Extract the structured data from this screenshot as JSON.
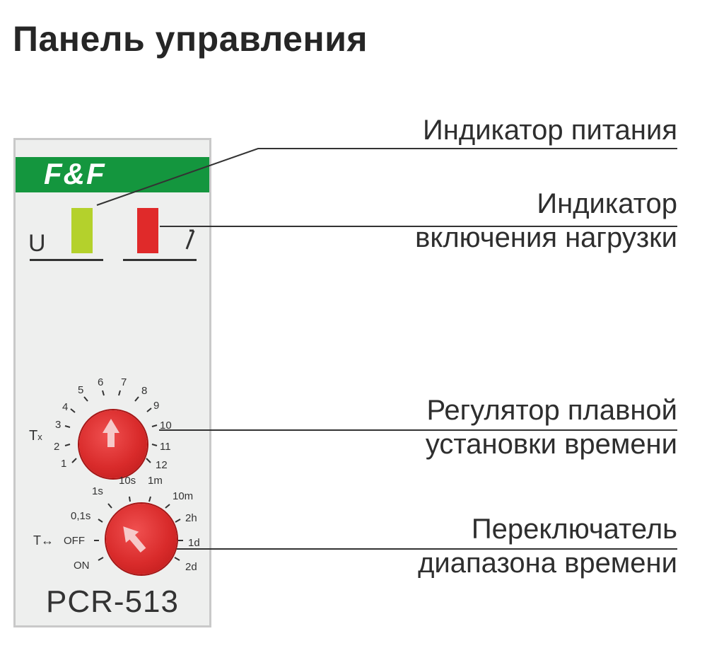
{
  "title": "Панель управления",
  "callouts": {
    "power": [
      "Индикатор питания"
    ],
    "load": [
      "Индикатор",
      "включения нагрузки"
    ],
    "smooth": [
      "Регулятор плавной",
      "установки времени"
    ],
    "range": [
      "Переключатель",
      "диапазона времени"
    ]
  },
  "device": {
    "brand": "F&F",
    "u_label": "U",
    "load_symbol": "⁄",
    "model": "PCR-513",
    "tx_label": "Tx",
    "t_label": "T↔",
    "dial1_ticks": [
      "1",
      "2",
      "3",
      "4",
      "5",
      "6",
      "7",
      "8",
      "9",
      "10",
      "11",
      "12"
    ],
    "dial2_ticks": [
      "ON",
      "OFF",
      "0,1s",
      "1s",
      "10s",
      "1m",
      "10m",
      "2h",
      "1d",
      "2d"
    ]
  },
  "colors": {
    "brand_green": "#14963e",
    "power_led": "#b4d12c",
    "load_led": "#e02a2a",
    "knob_red": "#d92b2b"
  }
}
